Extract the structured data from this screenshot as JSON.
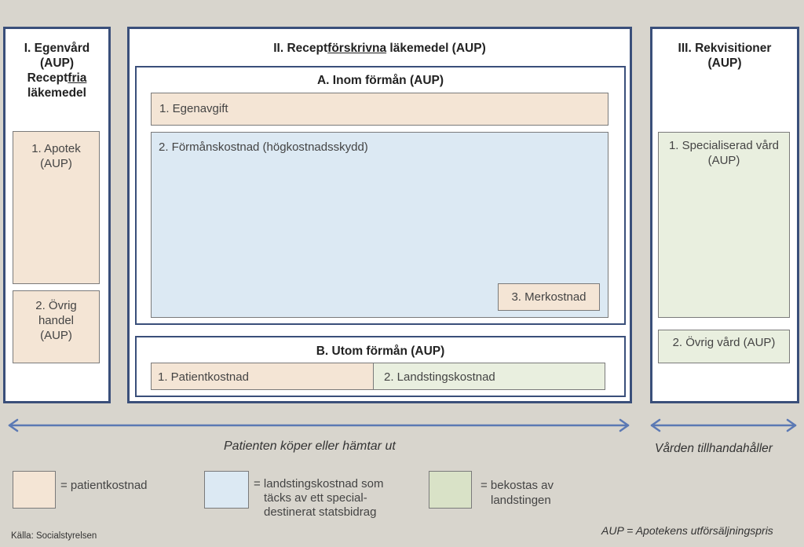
{
  "panel_1": {
    "title_line1": "I. Egenvård",
    "title_line2": "(AUP)",
    "title_line3_prefix": "Recept",
    "title_line3_underlined": "fria",
    "title_line4": "läkemedel",
    "cell_apotek_line1": "1. Apotek",
    "cell_apotek_line2": "(AUP)",
    "cell_ovrig_line1": "2. Övrig",
    "cell_ovrig_line2": "handel",
    "cell_ovrig_line3": "(AUP)"
  },
  "panel_2": {
    "title_prefix": "II. Recept",
    "title_underlined": "förskrivna",
    "title_suffix": " läkemedel (AUP)",
    "section_a_title": "A. Inom förmån (AUP)",
    "egenavgift": "1. Egenavgift",
    "formanskostnad": "2. Förmånskostnad (högkostnadsskydd)",
    "merkostnad": "3. Merkostnad",
    "section_b_title": "B. Utom förmån (AUP)",
    "patientkostnad": "1. Patientkostnad",
    "landstingskostnad": "2. Landstingskostnad"
  },
  "panel_3": {
    "title_line1": "III. Rekvisitioner",
    "title_line2": "(AUP)",
    "specialiserad_line1": "1. Specialiserad vård",
    "specialiserad_line2": "(AUP)",
    "ovrig_vard": "2. Övrig vård (AUP)"
  },
  "arrows": {
    "left_caption": "Patienten köper eller hämtar ut",
    "right_caption": "Vården tillhandahåller"
  },
  "legend": {
    "patient_label": "= patientkostnad",
    "landsting_line1": "= landstingskostnad som",
    "landsting_line2": "täcks av ett special-",
    "landsting_line3": "destinerat statsbidrag",
    "bekostas_line1": "= bekostas av",
    "bekostas_line2": "landstingen"
  },
  "footer": {
    "source": "Källa: Socialstyrelsen",
    "aup_note": "AUP = Apotekens utförsäljningspris"
  },
  "colors": {
    "patient": "#f4e5d5",
    "landsting_statsbidrag": "#dce9f3",
    "landsting": "#e9efdf",
    "border": "#3a4f7a",
    "arrow": "#5b79b4"
  }
}
